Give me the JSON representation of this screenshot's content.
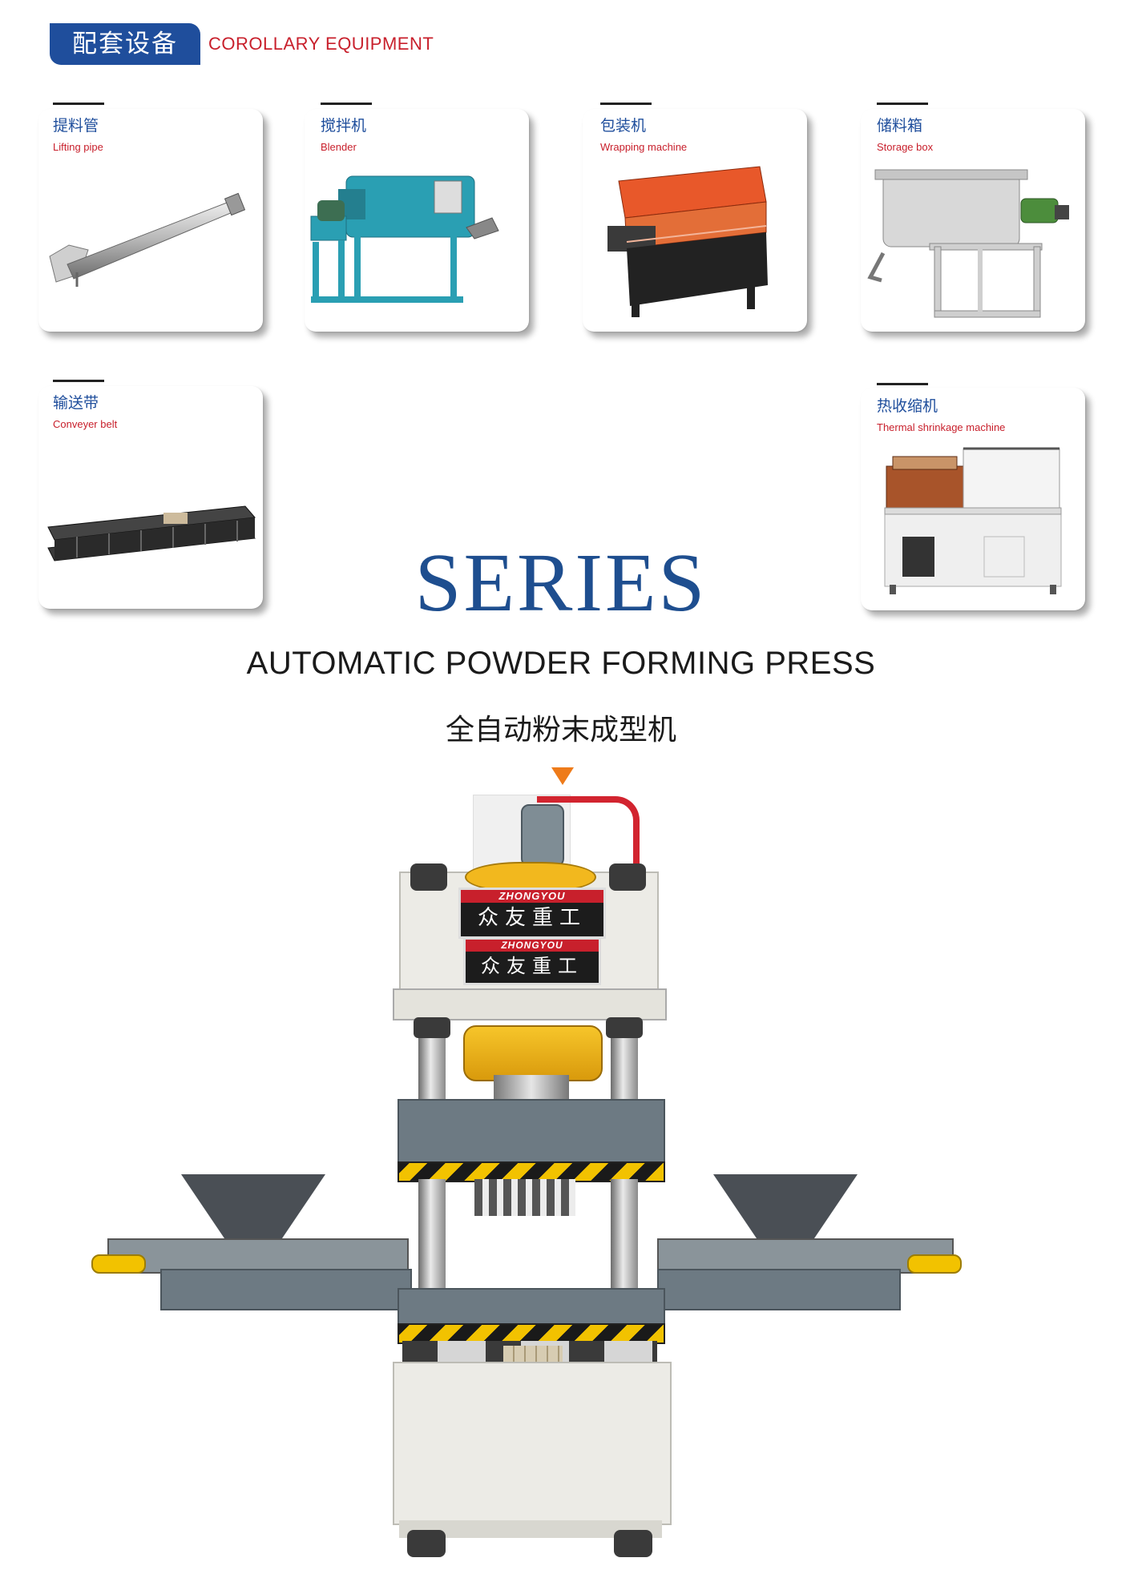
{
  "header": {
    "badge_cn": "配套设备",
    "title_en": "COROLLARY EQUIPMENT"
  },
  "equipment": [
    {
      "cn": "提料管",
      "en": "Lifting pipe"
    },
    {
      "cn": "搅拌机",
      "en": "Blender"
    },
    {
      "cn": "包装机",
      "en": "Wrapping machine"
    },
    {
      "cn": "储料箱",
      "en": "Storage box"
    },
    {
      "cn": "输送带",
      "en": "Conveyer belt"
    },
    {
      "cn": "热收缩机",
      "en": "Thermal shrinkage machine"
    }
  ],
  "series": {
    "title": "SERIES",
    "subtitle_en": "AUTOMATIC POWDER FORMING PRESS",
    "subtitle_cn": "全自动粉末成型机"
  },
  "press": {
    "brand_en": "ZHONGYOU",
    "brand_cn": "众友重工"
  },
  "colors": {
    "brand_blue": "#1f4e9c",
    "accent_red": "#c8202c",
    "arrow_orange": "#ee7b1a",
    "caution_yellow": "#f2c200"
  }
}
